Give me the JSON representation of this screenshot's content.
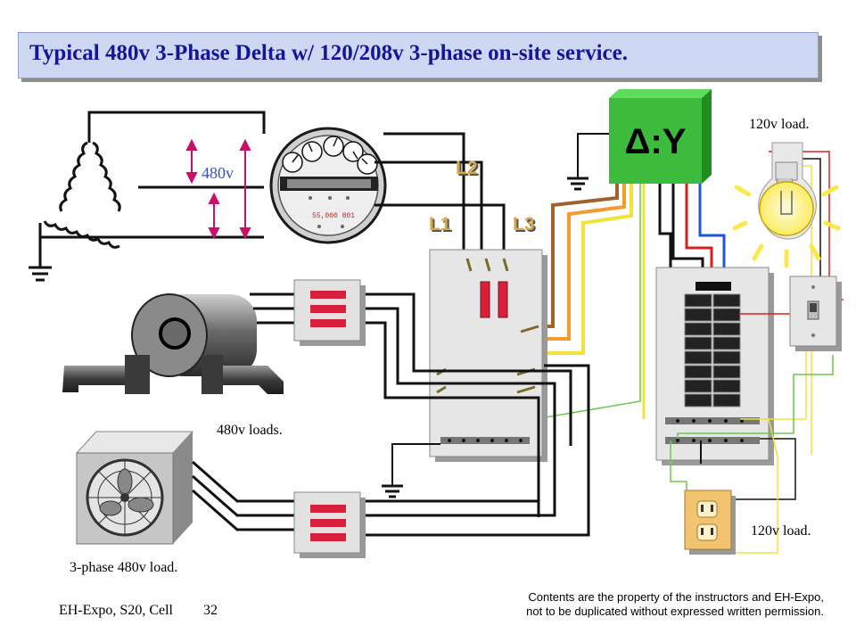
{
  "title": "Typical 480v 3-Phase Delta w/ 120/208v 3-phase on-site service.",
  "labels": {
    "voltage_480": "480v",
    "line_l1": "L1",
    "line_l2": "L2",
    "line_l3": "L3",
    "transformer": "Δ:Y",
    "load_120_top": "120v load.",
    "load_120_bottom": "120v load.",
    "loads_480": "480v loads.",
    "load_3phase": "3-phase 480v load.",
    "meter_text": "55,000 801"
  },
  "footer": {
    "course": "EH-Expo, S20, Cell",
    "slide_number": "32",
    "copyright_line1": "Contents are the property of the instructors and EH-Expo,",
    "copyright_line2": "not to be duplicated without expressed written permission."
  },
  "colors": {
    "title_text": "#15159a",
    "title_bg": "#cfd8f2",
    "voltage_label": "#3a4fc7",
    "phase_label": "#d7a84a",
    "transformer_green": "#3dbb3d",
    "wire_black": "#111111",
    "wire_brown": "#a0622d",
    "wire_orange": "#f59a30",
    "wire_yellow": "#f2e33a",
    "wire_red": "#d8201e",
    "wire_blue": "#1e56d8",
    "wire_green": "#6cc94a",
    "fuse_red": "#d8203a",
    "bulb_yellow": "#fbe94a",
    "outlet_orange": "#f3c470",
    "arrow_magenta": "#c8106a"
  }
}
